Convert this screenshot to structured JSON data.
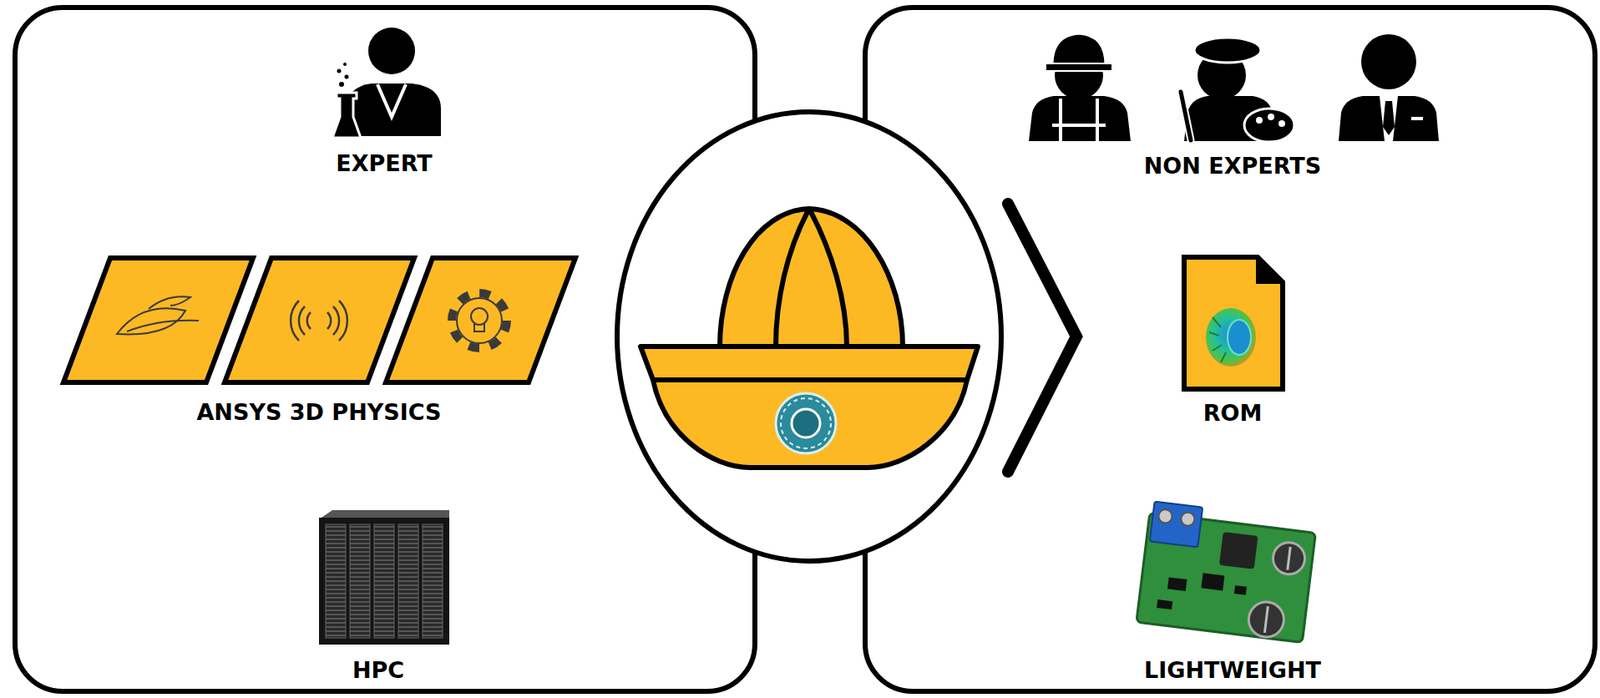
{
  "diagram": {
    "nodes": [
      {
        "text": [
          "EXPERT",
          "ANSYS 3D PHYSICS",
          "HPC"
        ]
      },
      {
        "text": [
          "NON EXPERTS",
          "ROM",
          "LIGHTWEIGHT"
        ]
      }
    ]
  }
}
